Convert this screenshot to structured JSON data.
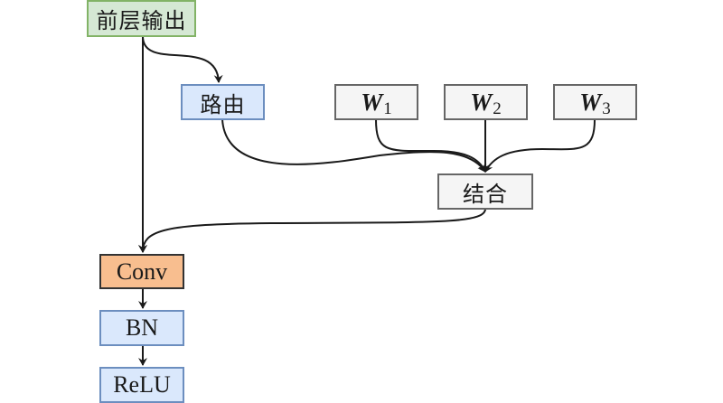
{
  "diagram": {
    "nodes": {
      "prev_output": {
        "label": "前层输出",
        "fill": "#d5e8d4",
        "stroke": "#82b366"
      },
      "routing": {
        "label": "路由",
        "fill": "#dae8fc",
        "stroke": "#6c8ebf"
      },
      "w1": {
        "symbol": "W",
        "subscript": "1",
        "fill": "#f5f5f5",
        "stroke": "#666666"
      },
      "w2": {
        "symbol": "W",
        "subscript": "2",
        "fill": "#f5f5f5",
        "stroke": "#666666"
      },
      "w3": {
        "symbol": "W",
        "subscript": "3",
        "fill": "#f5f5f5",
        "stroke": "#666666"
      },
      "combine": {
        "label": "结合",
        "fill": "#f5f5f5",
        "stroke": "#666666"
      },
      "conv": {
        "label": "Conv",
        "fill": "#f8be8f",
        "stroke": "#333333"
      },
      "bn": {
        "label": "BN",
        "fill": "#dae8fc",
        "stroke": "#6c8ebf"
      },
      "relu": {
        "label": "ReLU",
        "fill": "#dae8fc",
        "stroke": "#6c8ebf"
      }
    },
    "edges": [
      {
        "from": "prev_output",
        "to": "routing"
      },
      {
        "from": "prev_output",
        "to": "conv"
      },
      {
        "from": "routing",
        "to": "combine"
      },
      {
        "from": "w1",
        "to": "combine"
      },
      {
        "from": "w2",
        "to": "combine"
      },
      {
        "from": "w3",
        "to": "combine"
      },
      {
        "from": "combine",
        "to": "conv"
      },
      {
        "from": "conv",
        "to": "bn"
      },
      {
        "from": "bn",
        "to": "relu"
      }
    ]
  }
}
